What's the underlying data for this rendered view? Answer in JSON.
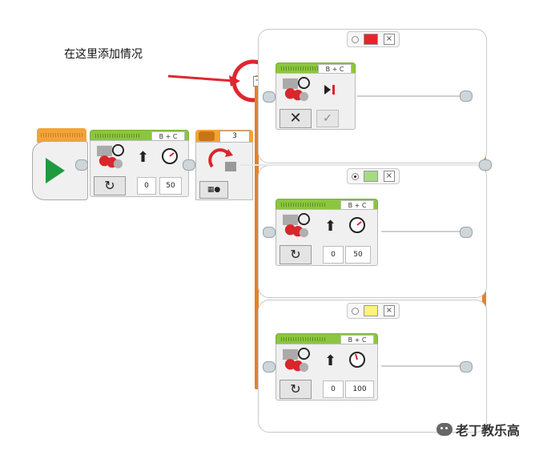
{
  "annotation": {
    "text": "在这里添加情况"
  },
  "start_block": {
    "icon": "play-icon"
  },
  "motor_block_main": {
    "ports": "B + C",
    "mode_icon": "rotate-icon",
    "value1": "0",
    "value2": "50"
  },
  "switch_block": {
    "case_count": "3",
    "mode_icon": "brick-buttons-icon"
  },
  "cases": [
    {
      "swatch_color": "#e8232a",
      "selected": false,
      "block": {
        "ports": "B + C",
        "mode": "stop",
        "mode_icon": "off-icon",
        "brake_icon": "check-icon"
      }
    },
    {
      "swatch_color": "#a8d98a",
      "selected": true,
      "block": {
        "ports": "B + C",
        "mode_icon": "rotate-icon",
        "value1": "0",
        "value2": "50"
      }
    },
    {
      "swatch_color": "#fff27a",
      "selected": false,
      "block": {
        "ports": "B + C",
        "mode_icon": "rotate-icon",
        "value1": "0",
        "value2": "100"
      }
    }
  ],
  "case_close_label": "×",
  "add_case_label": "+",
  "watermark": {
    "text": "老丁教乐高"
  },
  "colors": {
    "accent_orange": "#e2822a",
    "block_green": "#8bc63f",
    "start_orange": "#f2a33a"
  }
}
